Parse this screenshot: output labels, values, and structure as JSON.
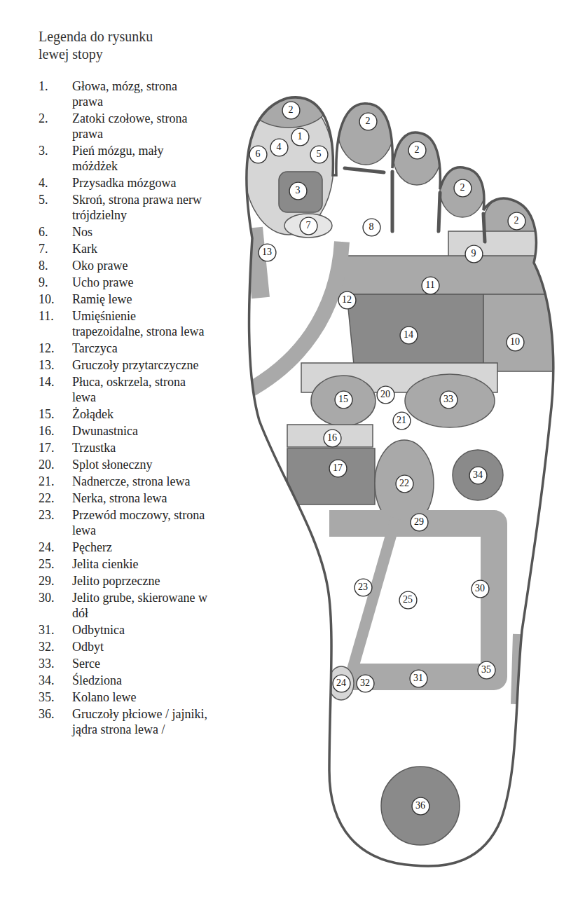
{
  "diagram": {
    "title": "Legenda do rysunku lewej stopy",
    "nodes": [
      {
        "text": [
          "2"
        ]
      },
      {
        "text": [
          "2"
        ]
      },
      {
        "text": [
          "1"
        ]
      },
      {
        "text": [
          "4"
        ]
      },
      {
        "text": [
          "2"
        ]
      },
      {
        "text": [
          "6"
        ]
      },
      {
        "text": [
          "5"
        ]
      },
      {
        "text": [
          "2"
        ]
      },
      {
        "text": [
          "3"
        ]
      },
      {
        "text": [
          "2"
        ]
      },
      {
        "text": [
          "7"
        ]
      },
      {
        "text": [
          "8"
        ]
      },
      {
        "text": [
          "13"
        ]
      },
      {
        "text": [
          "9"
        ]
      },
      {
        "text": [
          "11"
        ]
      },
      {
        "text": [
          "12"
        ]
      },
      {
        "text": [
          "14"
        ]
      },
      {
        "text": [
          "10"
        ]
      },
      {
        "text": [
          "20"
        ]
      },
      {
        "text": [
          "15"
        ]
      },
      {
        "text": [
          "33"
        ]
      },
      {
        "text": [
          "21"
        ]
      },
      {
        "text": [
          "16"
        ]
      },
      {
        "text": [
          "17"
        ]
      },
      {
        "text": [
          "34"
        ]
      },
      {
        "text": [
          "22"
        ]
      },
      {
        "text": [
          "29"
        ]
      },
      {
        "text": [
          "23"
        ]
      },
      {
        "text": [
          "30"
        ]
      },
      {
        "text": [
          "25"
        ]
      },
      {
        "text": [
          "35"
        ]
      },
      {
        "text": [
          "31"
        ]
      },
      {
        "text": [
          "24"
        ]
      },
      {
        "text": [
          "32"
        ]
      },
      {
        "text": [
          "36"
        ]
      }
    ],
    "labels": [
      "1.",
      "Głowa, mózg, strona prawa",
      "2.",
      "Zatoki czołowe, strona prawa",
      "3.",
      "Pień mózgu, mały móżdżek",
      "4.",
      "Przysadka mózgowa",
      "5.",
      "Skroń, strona prawa nerw trójdzielny",
      "6.",
      "Nos",
      "7.",
      "Kark",
      "8.",
      "Oko prawe",
      "9.",
      "Ucho prawe",
      "10.",
      "Ramię lewe",
      "11.",
      "Umięśnienie trapezoidalne, strona lewa",
      "12.",
      "Tarczyca",
      "13.",
      "Gruczoły przytarczyczne",
      "14.",
      "Płuca, oskrzela, strona lewa",
      "15.",
      "Żołądek",
      "16.",
      "Dwunastnica",
      "17.",
      "Trzustka",
      "20.",
      "Splot słoneczny",
      "21.",
      "Nadnercze, strona lewa",
      "22.",
      "Nerka, strona lewa",
      "23.",
      "Przewód moczowy, strona lewa",
      "24.",
      "Pęcherz",
      "25.",
      "Jelita cienkie",
      "29.",
      "Jelito poprzeczne",
      "30.",
      "Jelito grube, skierowane w dół",
      "31.",
      "Odbytnica",
      "32.",
      "Odbyt",
      "33.",
      "Serce",
      "34.",
      "Śledziona",
      "35.",
      "Kolano lewe",
      "36.",
      "Gruczoły płciowe / jajniki, jądra strona lewa /"
    ]
  }
}
